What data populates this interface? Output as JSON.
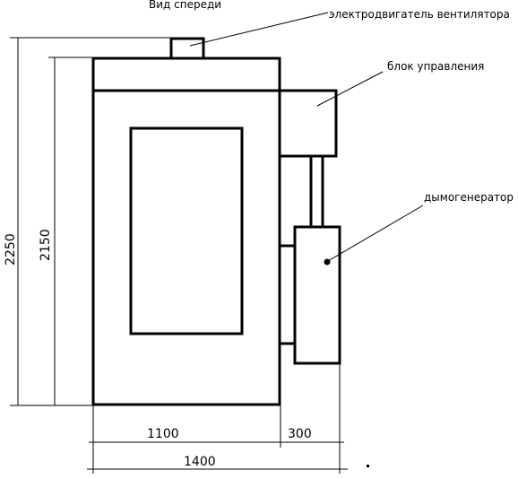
{
  "title": "Вид спереди",
  "labels": {
    "motor": "электродвигатель вентилятора",
    "control": "блок управления",
    "smoke": "дымогенератор"
  },
  "dimensions": {
    "overall_height": "2250",
    "body_height": "2150",
    "body_width": "1100",
    "side_width": "300",
    "overall_width": "1400"
  }
}
